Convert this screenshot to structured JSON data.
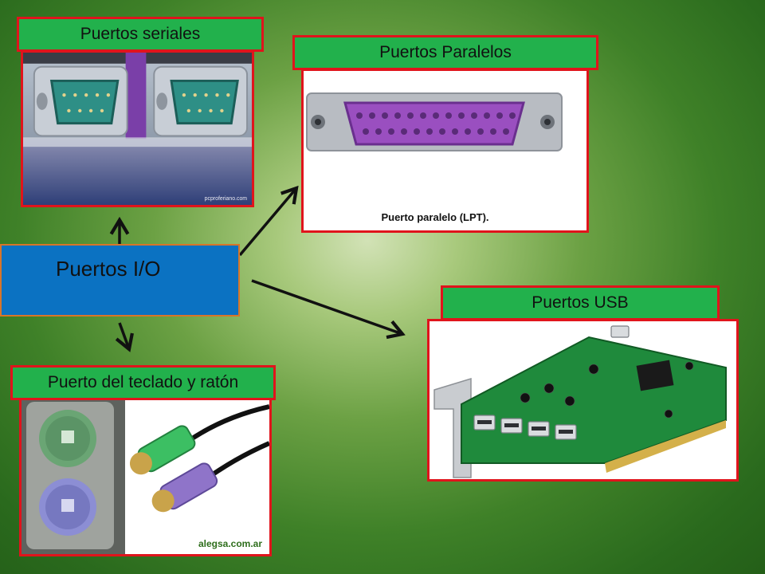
{
  "center": {
    "label": "Puertos I/O"
  },
  "nodes": {
    "serial": {
      "label": "Puertos seriales",
      "watermark": "pcproferiano.com"
    },
    "parallel": {
      "label": "Puertos Paralelos",
      "caption": "Puerto paralelo (LPT)."
    },
    "usb": {
      "label": "Puertos USB"
    },
    "keyboard": {
      "label": "Puerto del teclado y ratón",
      "watermark": "alegsa.com.ar"
    }
  },
  "colors": {
    "label_fill": "#22b14c",
    "border": "#e0141c",
    "center_fill": "#0b72c2",
    "center_border": "#d7752a",
    "background": "#3f8128"
  }
}
